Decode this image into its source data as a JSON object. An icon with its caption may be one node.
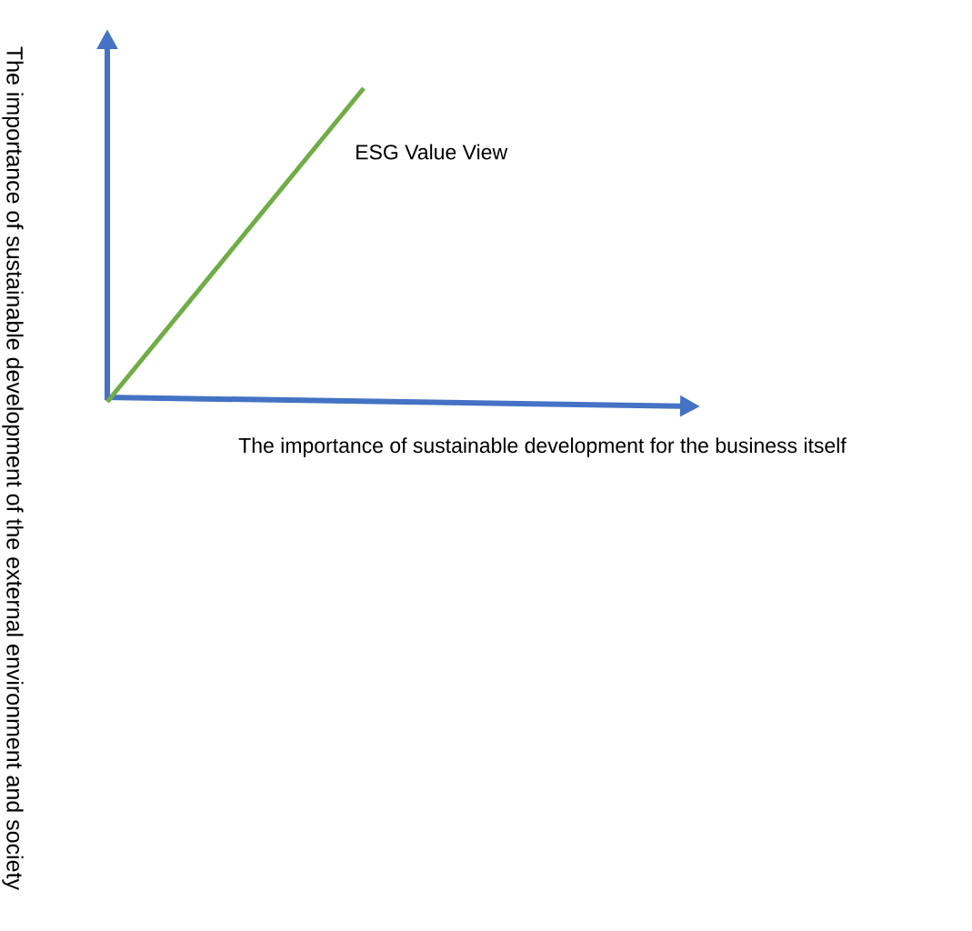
{
  "diagram": {
    "labels": [
      "The importance of sustainable development of the external environment and society",
      "ESG Value View",
      "The importance of sustainable development for the business itself"
    ]
  }
}
